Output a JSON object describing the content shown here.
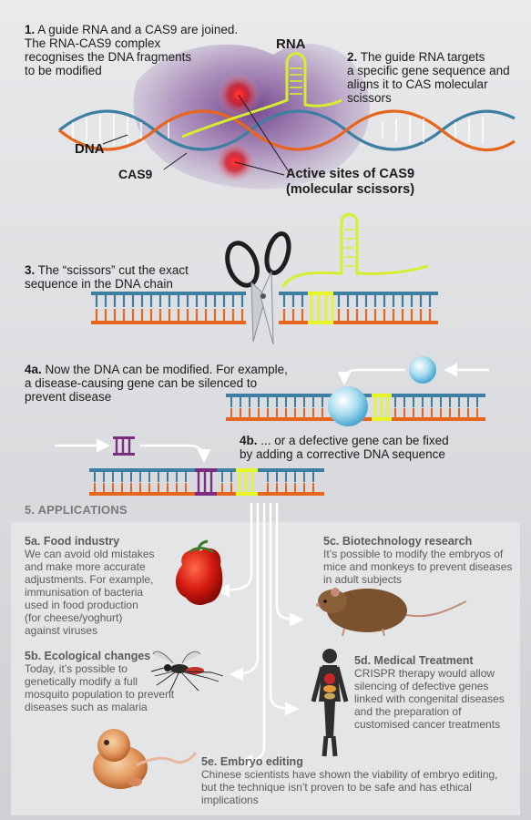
{
  "labels": {
    "rna": "RNA",
    "dna": "DNA",
    "cas9": "CAS9",
    "active_sites_line1": "Active sites of CAS9",
    "active_sites_line2": "(molecular scissors)"
  },
  "steps": {
    "s1": {
      "num": "1.",
      "line1": "A guide RNA and a CAS9 are joined.",
      "line2": "The RNA-CAS9 complex",
      "line3": "recognises the DNA fragments",
      "line4": "to be modified"
    },
    "s2": {
      "num": "2.",
      "line1": "The guide RNA targets",
      "line2": "a specific gene sequence and",
      "line3": "aligns it to CAS molecular",
      "line4": "scissors"
    },
    "s3": {
      "num": "3.",
      "line1": "The “scissors” cut the exact",
      "line2": "sequence in the DNA chain"
    },
    "s4a": {
      "num": "4a.",
      "line1": "Now the DNA can be modified. For example,",
      "line2": "a disease-causing gene can be silenced to",
      "line3": "prevent disease"
    },
    "s4b": {
      "num": "4b.",
      "line1": "... or a defective gene can be fixed",
      "line2": "by adding a corrective DNA sequence"
    }
  },
  "applications": {
    "title": "5. APPLICATIONS",
    "a5a": {
      "title": "5a. Food industry",
      "lines": [
        "We can avoid old mistakes",
        "and make more accurate",
        "adjustments. For example,",
        "immunisation of bacteria",
        "used in food production",
        "(for cheese/yoghurt)",
        "against viruses"
      ]
    },
    "a5b": {
      "title": "5b. Ecological changes",
      "lines": [
        "Today, it’s possible to",
        "genetically modify a full",
        "mosquito population to prevent",
        "diseases such as malaria"
      ]
    },
    "a5c": {
      "title": "5c. Biotechnology research",
      "lines": [
        "It’s possible to modify the embryos of",
        "mice and monkeys to prevent diseases",
        "in adult subjects"
      ]
    },
    "a5d": {
      "title": "5d. Medical Treatment",
      "lines": [
        "CRISPR therapy would allow",
        "silencing of defective genes",
        "linked with congenital diseases",
        "and the preparation of",
        "customised cancer treatments"
      ]
    },
    "a5e": {
      "title": "5e. Embryo editing",
      "lines": [
        "Chinese scientists have shown the viability of embryo editing,",
        "but the technique isn’t proven to be safe and has ethical",
        "implications"
      ]
    }
  },
  "colors": {
    "dna_blue": "#3d7fa3",
    "dna_orange": "#e8651e",
    "rna_yellow": "#d7ee2e",
    "cas9_purple": "#8a5a9c",
    "active_red": "#d3141f",
    "corrective_purple": "#7a2d7f"
  }
}
